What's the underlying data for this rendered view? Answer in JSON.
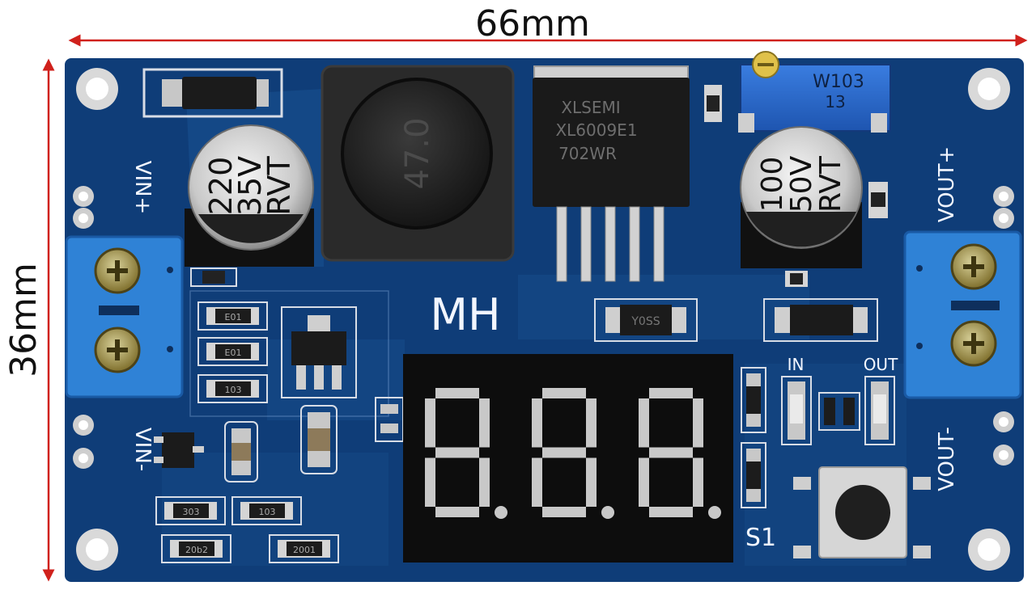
{
  "dimensions": {
    "width_label": "66mm",
    "height_label": "36mm",
    "arrow_color": "#d0211c"
  },
  "board": {
    "pcb_color": "#0f3d78",
    "trace_color": "#1d5aa6",
    "silkscreen": {
      "vin_plus": "VIN+",
      "vin_minus": "VIN-",
      "vout_plus": "VOUT+",
      "vout_minus": "VOUT-",
      "brand": "MH",
      "in_led": "IN",
      "out_led": "OUT",
      "switch": "S1"
    },
    "capacitor_in": {
      "line1": "220",
      "line2": "35V",
      "line3": "RVT"
    },
    "capacitor_out": {
      "line1": "100",
      "line2": "50V",
      "line3": "RVT"
    },
    "inductor_label": "47.0",
    "ic": {
      "line1": "XLSEMI",
      "line2": "XL6009E1",
      "line3": "702WR"
    },
    "potentiometer": {
      "line1": "W103",
      "line2": "13"
    },
    "mosfet_label": "Y0SS",
    "resistors": {
      "r1": "E01",
      "r2": "E01",
      "r3": "103",
      "r4": "303",
      "r5": "103",
      "r6": "20b2",
      "r7": "2001"
    },
    "display": {
      "digits": [
        "8.",
        "8.",
        "8."
      ],
      "segment_color": "#c8c8c8"
    },
    "terminal_color": "#2f82d6"
  }
}
